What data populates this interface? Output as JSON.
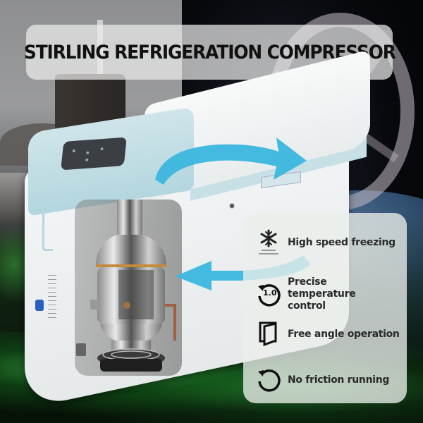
{
  "title": "STIRLING REFRIGERATION COMPRESSOR",
  "features": [
    {
      "label": "High speed freezing",
      "icon": "snowflake-icon"
    },
    {
      "label": "Precise temperature control",
      "icon": "rotate-1-0-icon",
      "icon_text": "1.0"
    },
    {
      "label": "Free angle operation",
      "icon": "door-open-icon"
    },
    {
      "label": "No friction running",
      "icon": "rotate-ccw-icon"
    }
  ],
  "colors": {
    "accent_arrow": "#3bb6de",
    "fridge_teal": "#b8dbe2",
    "title_box": "#e9e9e9",
    "text_dark": "#111111",
    "glow_green": "#3fcf4f"
  }
}
